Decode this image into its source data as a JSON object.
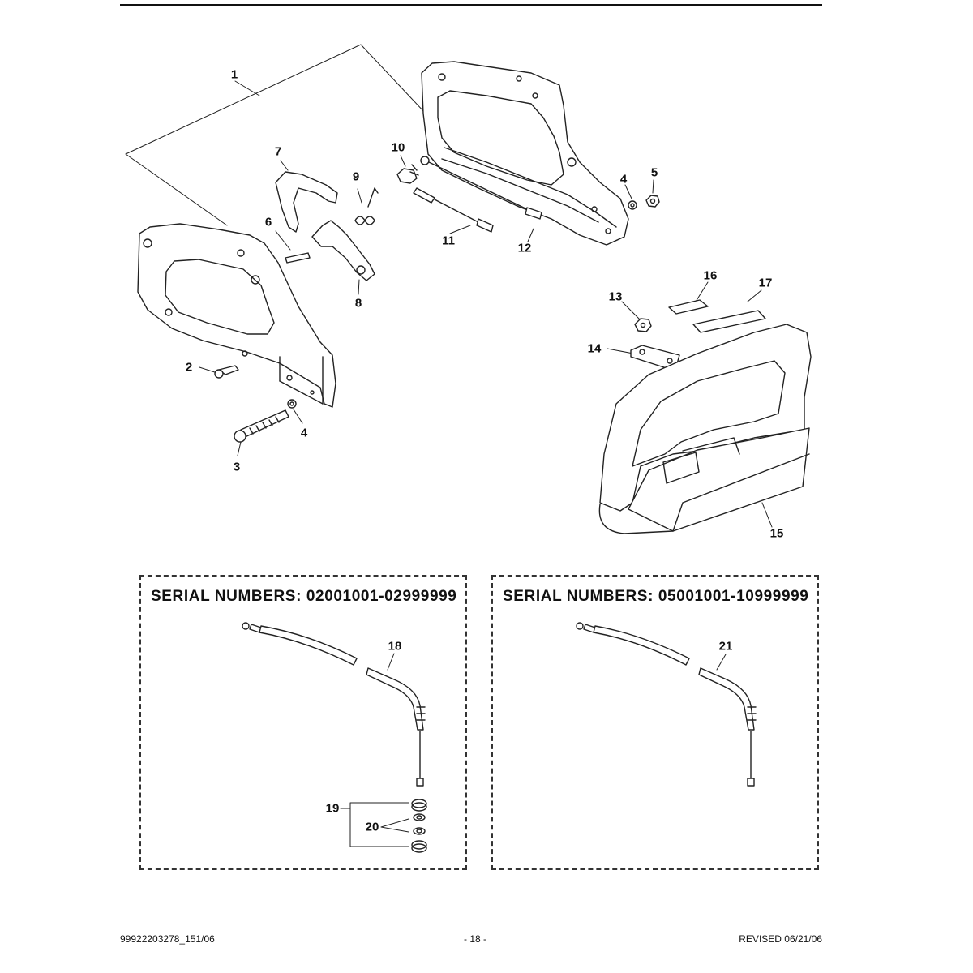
{
  "callouts": {
    "c1": "1",
    "c2": "2",
    "c3": "3",
    "c4a": "4",
    "c4b": "4",
    "c5": "5",
    "c6": "6",
    "c7": "7",
    "c8": "8",
    "c9": "9",
    "c10": "10",
    "c11": "11",
    "c12": "12",
    "c13": "13",
    "c14": "14",
    "c15": "15",
    "c16": "16",
    "c17": "17",
    "c18": "18",
    "c19": "19",
    "c20": "20",
    "c21": "21"
  },
  "serial_boxes": {
    "left_title": "SERIAL NUMBERS: 02001001-02999999",
    "right_title": "SERIAL NUMBERS: 05001001-10999999"
  },
  "footer": {
    "doc_number": "99922203278_151/06",
    "page": "- 18 -",
    "revised": "REVISED 06/21/06"
  }
}
